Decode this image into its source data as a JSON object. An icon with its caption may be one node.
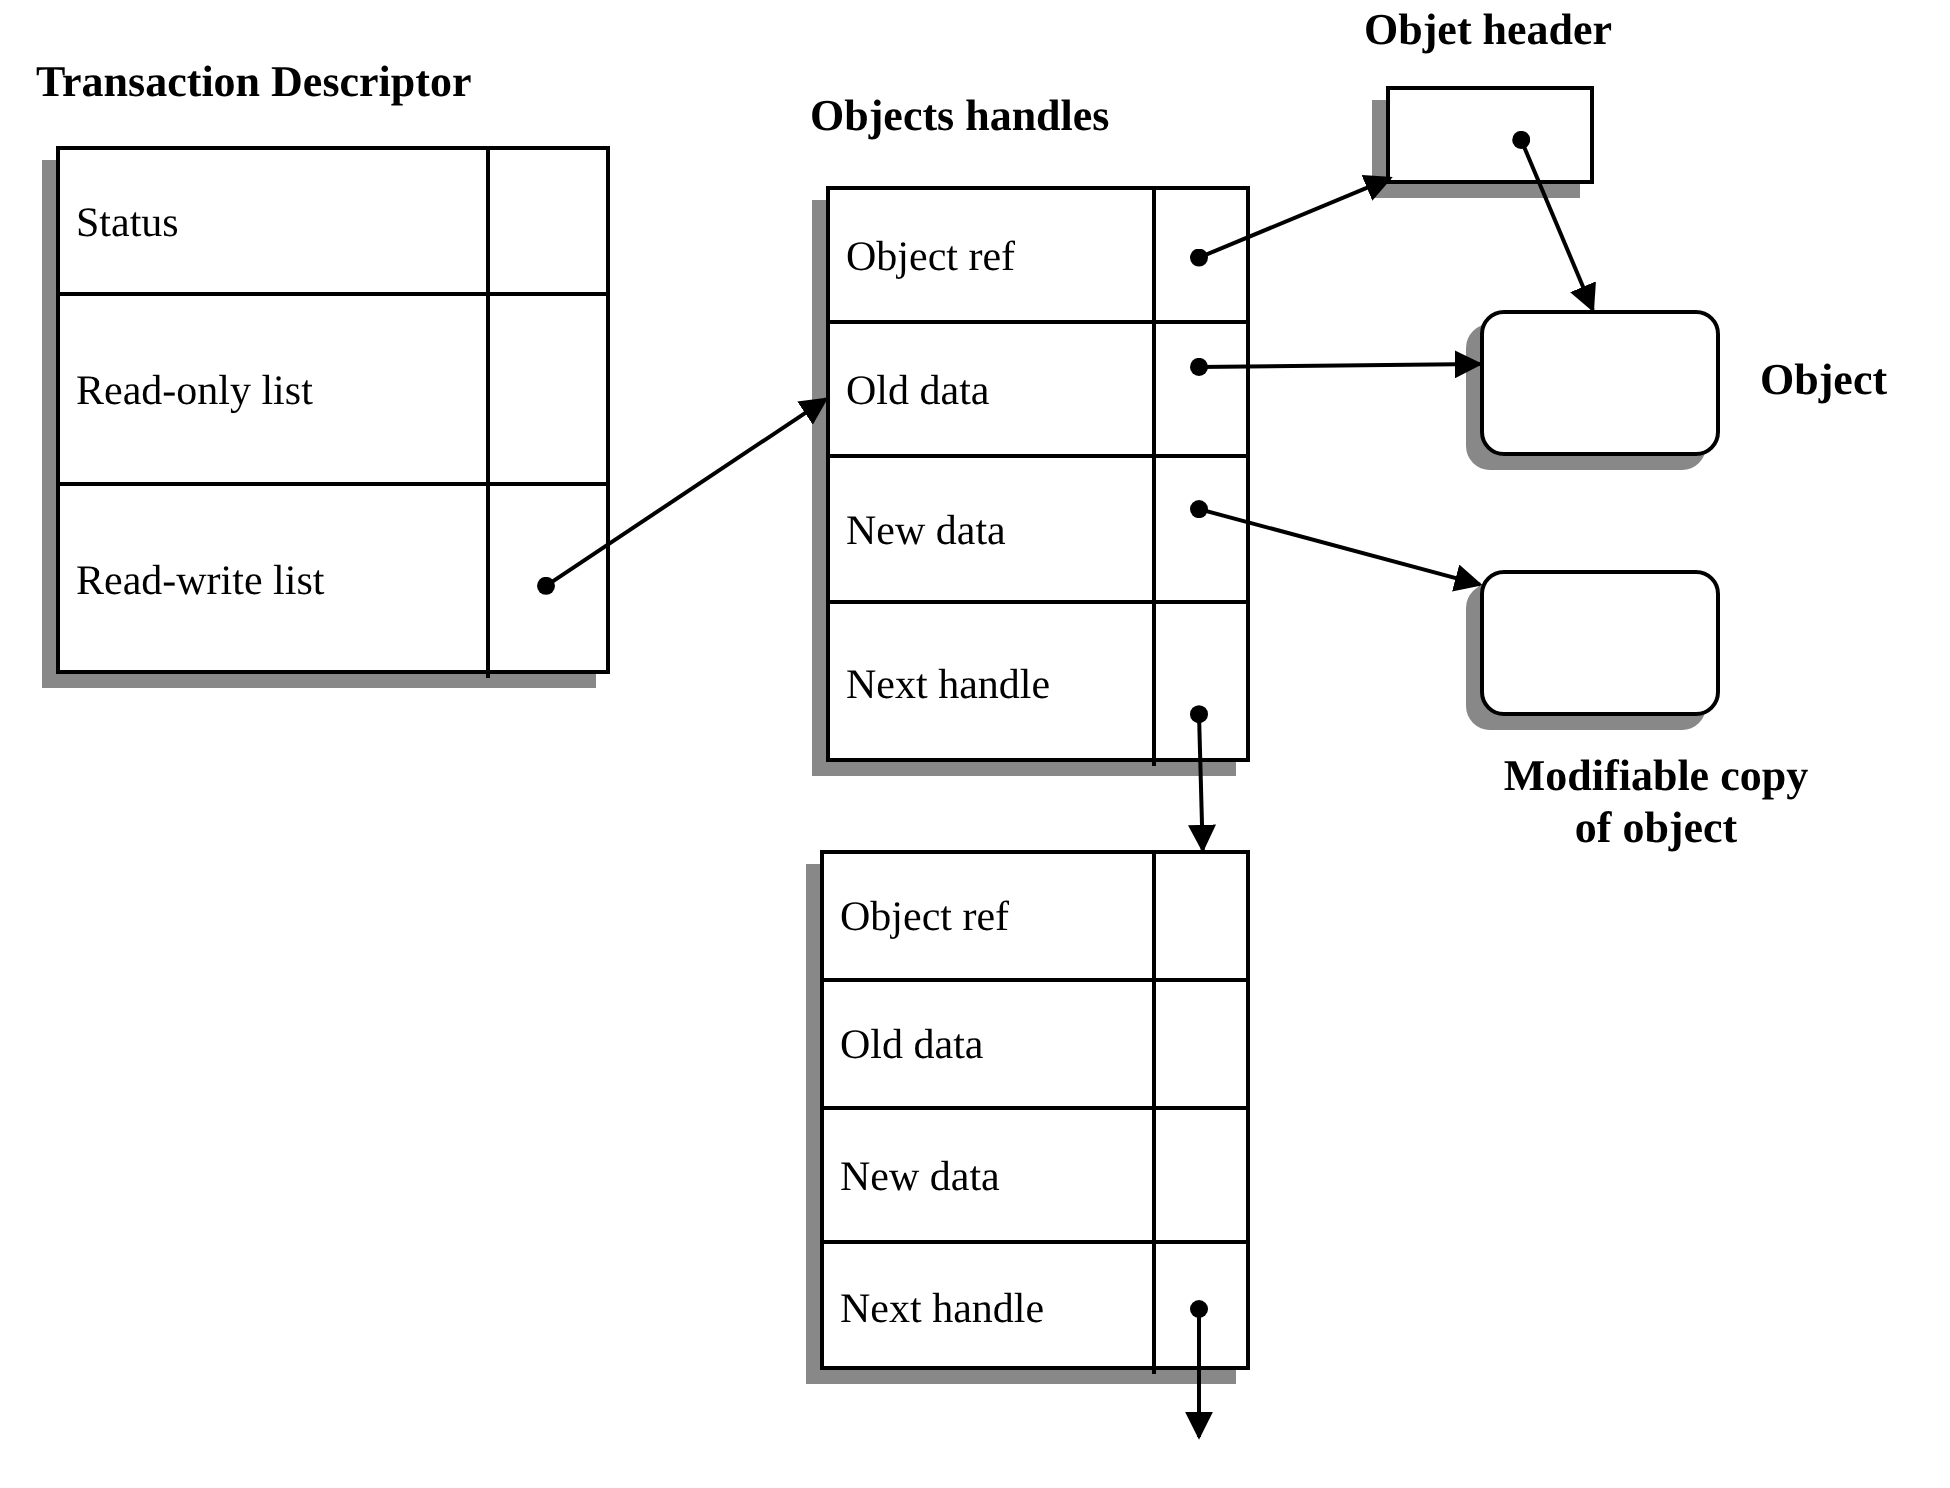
{
  "diagram": {
    "nodes": [
      {
        "text": [
          "Transaction Descriptor"
        ]
      },
      {
        "text": [
          "Status"
        ],
        "in": 0
      },
      {
        "text": [
          "Read-only list"
        ],
        "in": 0
      },
      {
        "text": [
          "Read-write list"
        ],
        "in": 0
      },
      {
        "text": [
          "Objects handles"
        ]
      },
      {
        "text": [
          "Object ref"
        ],
        "in": 4
      },
      {
        "text": [
          "Old data"
        ],
        "in": 4
      },
      {
        "text": [
          "New data"
        ],
        "in": 4
      },
      {
        "text": [
          "Next handle"
        ],
        "in": 4
      },
      {
        "text": [
          "Objet header"
        ]
      },
      {
        "text": [
          "Object"
        ]
      },
      {
        "text": [
          "Modifiable copy of object"
        ]
      },
      {
        "text": [],
        "shape": "box"
      },
      {
        "text": [
          "Object ref"
        ],
        "in": 12
      },
      {
        "text": [
          "Old data"
        ],
        "in": 12
      },
      {
        "text": [
          "New data"
        ],
        "in": 12
      },
      {
        "text": [
          "Next handle"
        ],
        "in": 12
      }
    ],
    "edges": [
      {
        "from": 3,
        "to": 4,
        "arrow": "to"
      },
      {
        "from": 5,
        "to": 9,
        "arrow": "to"
      },
      {
        "from": 9,
        "to": 10,
        "arrow": "to"
      },
      {
        "from": 6,
        "to": 10,
        "arrow": "to"
      },
      {
        "from": 7,
        "to": 11,
        "arrow": "to"
      },
      {
        "from": 8,
        "to": 12,
        "arrow": "to"
      },
      {
        "from": 16,
        "to": null,
        "arrow": "to"
      }
    ]
  }
}
